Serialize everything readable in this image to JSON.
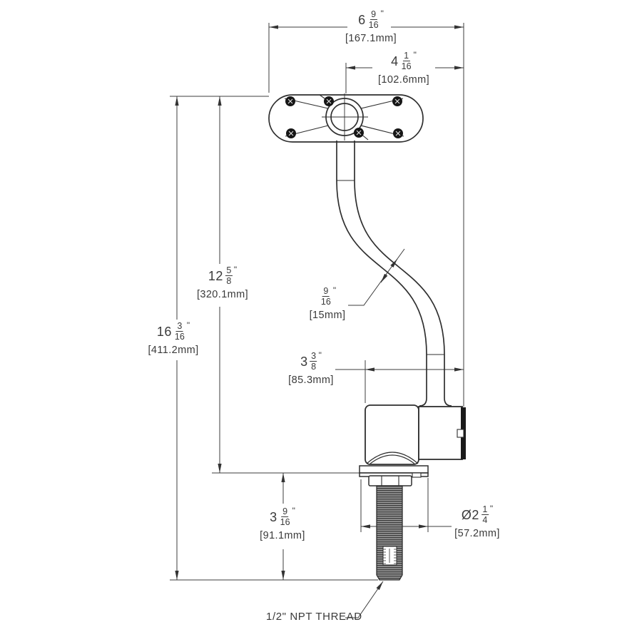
{
  "drawing": {
    "type": "technical-dimension-drawing",
    "subject": "deck-mount gooseneck faucet",
    "thread_note": "1/2\" NPT THREAD"
  },
  "dims": {
    "overall_width": {
      "whole": "6",
      "num": "9",
      "den": "16",
      "unit": "\"",
      "mm": "[167.1mm]"
    },
    "outlet_offset": {
      "whole": "4",
      "num": "1",
      "den": "16",
      "unit": "\"",
      "mm": "[102.6mm]"
    },
    "deck_to_top_height": {
      "whole": "12",
      "num": "5",
      "den": "8",
      "unit": "\"",
      "mm": "[320.1mm]"
    },
    "overall_height": {
      "whole": "16",
      "num": "3",
      "den": "16",
      "unit": "\"",
      "mm": "[411.2mm]"
    },
    "tube_od": {
      "whole": "",
      "num": "9",
      "den": "16",
      "unit": "\"",
      "mm": "[15mm]"
    },
    "body_to_outlet": {
      "whole": "3",
      "num": "3",
      "den": "8",
      "unit": "\"",
      "mm": "[85.3mm]"
    },
    "shank_length": {
      "whole": "3",
      "num": "9",
      "den": "16",
      "unit": "\"",
      "mm": "[91.1mm]"
    },
    "flange_diameter": {
      "whole": "Ø2",
      "num": "1",
      "den": "4",
      "unit": "\"",
      "mm": "[57.2mm]"
    }
  },
  "colors": {
    "line": "#333333",
    "thin_line": "#3c3c3c",
    "thread_dark": "#3d3d3d",
    "thread_light": "#9a9a9a",
    "screw_fill": "#161616",
    "background": "#ffffff"
  }
}
